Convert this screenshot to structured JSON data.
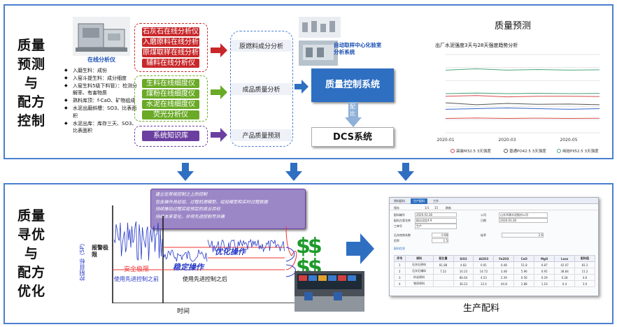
{
  "top_panel": {
    "side_title": [
      "质量",
      "预测",
      "与",
      "配方",
      "控制"
    ],
    "analyzer_label": "在线分析仪",
    "analyzer_list": [
      "入磨生料：成份",
      "入窑斗提生料：成分细度",
      "入窑生料5级下料管）：检测分解率、有害物质",
      "熟料库顶：f-CaO、矿物组成",
      "水泥出磨斜槽：SO3、比表面积",
      "水泥出库：库存三天、SO3、比表面积"
    ],
    "red_group": [
      "石灰石在线分析仪",
      "入磨原料在线分析仪",
      "原煤取样在线分析仪",
      "辅料在线分析仪"
    ],
    "green_group": [
      "生料在线细度仪",
      "煤粉在线细度仪",
      "水泥在线细度仪",
      "荧光分析仪"
    ],
    "purple_group": [
      "系统知识库"
    ],
    "column_items": [
      "原燃料成分分析",
      "成品质量分析",
      "产品质量预测"
    ],
    "robot_label": "自动取样中心化验室分析系统",
    "qcs_label": "质量控制系统",
    "link_label": "配比",
    "dcs_label": "DCS系统",
    "prediction_title": "质量预测"
  },
  "bottom_panel": {
    "side_title": [
      "质量",
      "寻优",
      "与",
      "配方",
      "优化"
    ],
    "notes": [
      "建立在常规控制之上的控制",
      "包含操作员经验、过程机理模型、经验模型和实时过程数据",
      "持续推动过程实现预定的商业目标",
      "持续本来变化，并将先进控制写并确"
    ],
    "yaxis_label": "控制目标（SP）",
    "alarm_label": "报警极限",
    "safety_label": "安全极限",
    "stable_label": "稳定操作",
    "optimize_label": "优化操作",
    "before_label": "使用先进控制之前",
    "after_label": "使用先进控制之后",
    "xaxis_label": "时间",
    "sheet_title": "生产配料",
    "sheet": {
      "tabs": [
        "原料配料",
        "生产配料",
        "工作"
      ],
      "toolbar": [
        "保存",
        "1/1",
        "15",
        "刷新"
      ],
      "fields": [
        {
          "label": "配料编号",
          "value": "2020.03.28"
        },
        {
          "label": "配料方案名称",
          "value": "配比设定4.9"
        },
        {
          "label": "工单号",
          "value": "生产"
        }
      ],
      "right_fields": [
        {
          "label": "公司",
          "value": "山东华建水泥股份公司"
        },
        {
          "label": "日期",
          "value": "2020.03.28"
        }
      ],
      "params": [
        {
          "label": "石灰饱和系数",
          "value": "0.98"
        },
        {
          "label": "硅率",
          "value": "2.6"
        },
        {
          "label": "铝率",
          "value": "1.5"
        }
      ],
      "sub_title": "配料信息",
      "columns": [
        "序号",
        "原料",
        "配比量",
        "SiO2",
        "Al2O3",
        "Fe2O3",
        "CaO",
        "MgO",
        "Loss",
        "配料值"
      ],
      "rows": [
        [
          "1",
          "石灰石原料",
          "81.88",
          "4.82",
          "0.91",
          "0.48",
          "51.8",
          "0.87",
          "42.07",
          "81.2"
        ],
        [
          "2",
          "石灰石辅料",
          "7.22",
          "10.23",
          "14.72",
          "3.48",
          "5.96",
          "0.95",
          "38.84",
          "11.2"
        ],
        [
          "3",
          "砂岩原料",
          "",
          "86.64",
          "4.53",
          "2.39",
          "0.56",
          "0.29",
          "0.28",
          "4.6"
        ],
        [
          "4",
          "铁质原料",
          "",
          "36.23",
          "12.4",
          "44.8",
          "2.88",
          "1.16",
          "0.4",
          "3.0"
        ]
      ]
    }
  },
  "chart_data": {
    "type": "line",
    "title": "出厂水泥强度3天与28天强度趋势分析",
    "x": [
      "2020-01",
      "2020-02",
      "2020-03",
      "2020-04",
      "2020-05",
      "2020-06"
    ],
    "xticks": [
      "2020-01",
      "2020-03",
      "2020-05"
    ],
    "series": [
      {
        "name": "袋装M32.5 3天强度",
        "color": "#d94b4b",
        "values": [
          38,
          38.5,
          37.5,
          38,
          38,
          37.8
        ]
      },
      {
        "name": "普通PO42.5 3天强度",
        "color": "#555555",
        "values": [
          33,
          31.5,
          32.5,
          31.8,
          32,
          31.5
        ]
      },
      {
        "name": "纯硅PII52.5 3天强度",
        "color": "#4aa87e",
        "values": [
          58,
          59,
          58,
          58.5,
          58,
          58.3
        ]
      },
      {
        "name": "",
        "color": "#4aa87e",
        "values": [
          40,
          40.5,
          40,
          40.3,
          40,
          40.2
        ]
      },
      {
        "name": "",
        "color": "#3366cc",
        "values": [
          28,
          28.5,
          29,
          28.5,
          28,
          28.5
        ]
      },
      {
        "name": "",
        "color": "#d94b4b",
        "values": [
          21,
          21.3,
          21,
          21.2,
          21,
          21.1
        ]
      }
    ],
    "ylim": [
      10,
      70
    ],
    "grid": true,
    "legend": "bottom"
  },
  "colors": {
    "border": "#4a7fd0",
    "red": "#c8272a",
    "green": "#6aaa26",
    "purple": "#6b3fa0",
    "blue": "#2e6fc2"
  }
}
